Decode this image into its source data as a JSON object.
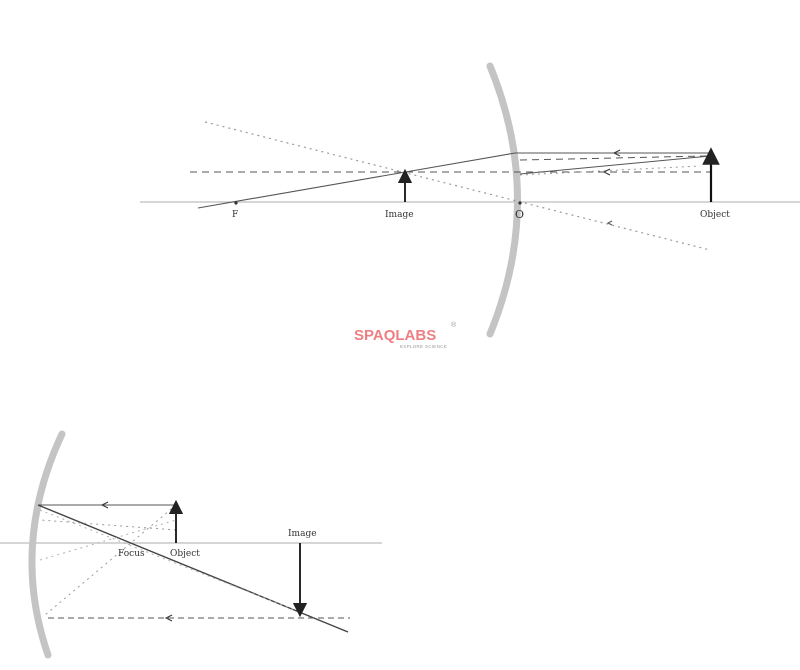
{
  "diagram1": {
    "labels": {
      "focus": "F",
      "image": "Image",
      "pole": "O",
      "object": "Object"
    }
  },
  "diagram2": {
    "labels": {
      "focus": "Focus",
      "object": "Object",
      "image": "Image"
    }
  },
  "watermark": {
    "brand": "SPAQLABS",
    "tagline": "EXPLORE SCIENCE",
    "registered": "®"
  },
  "colors": {
    "mirror": "#c4c4c4",
    "axis": "#bdbdbd",
    "ray": "#555555",
    "dotted": "#9a9a9a",
    "watermark": "#ee7f83"
  }
}
